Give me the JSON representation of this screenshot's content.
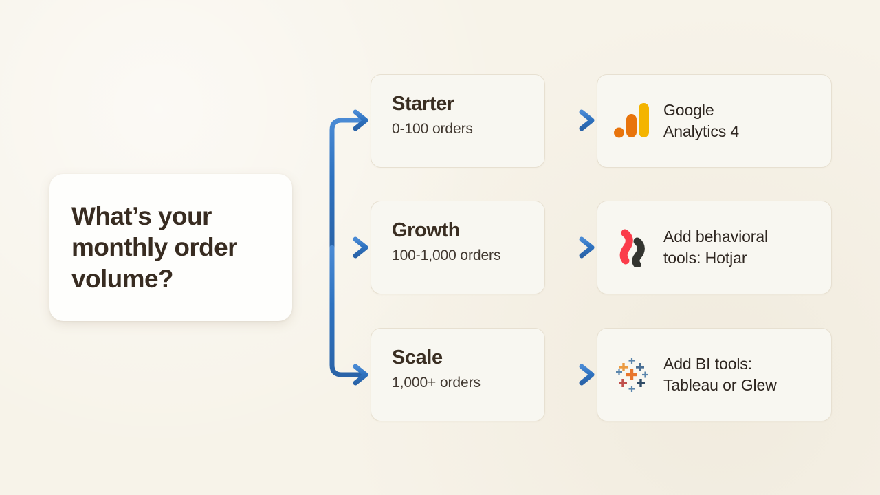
{
  "theme": {
    "background": "#f7f3e9",
    "card_bg": "#f8f7f1",
    "card_border": "#e7e0d1",
    "question_bg": "#fefefc",
    "text_dark": "#382c21",
    "arrow_blue": "#2e72c0"
  },
  "question": {
    "line1": "What’s your",
    "line2": "monthly order",
    "line3": "volume?"
  },
  "tiers": [
    {
      "title": "Starter",
      "range": "0-100 orders"
    },
    {
      "title": "Growth",
      "range": "100-1,000 orders"
    },
    {
      "title": "Scale",
      "range": "1,000+ orders"
    }
  ],
  "recommendations": [
    {
      "icon": "google-analytics-icon",
      "line1": "Google",
      "line2": "Analytics 4"
    },
    {
      "icon": "hotjar-icon",
      "line1": "Add behavioral",
      "line2": "tools: Hotjar"
    },
    {
      "icon": "tableau-icon",
      "line1": "Add BI tools:",
      "line2": "Tableau or Glew"
    }
  ],
  "connectors": {
    "fork_label": "branching-arrow-fork",
    "arrow_labels": [
      "arrow-to-starter",
      "arrow-to-growth",
      "arrow-to-scale"
    ]
  }
}
